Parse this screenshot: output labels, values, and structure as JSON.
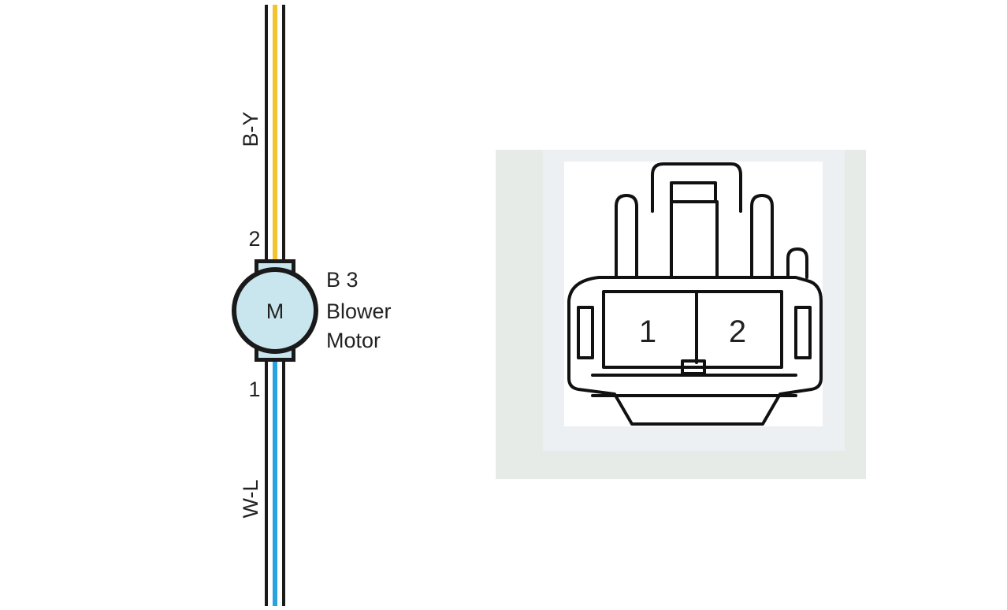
{
  "wiring": {
    "upper_wire_color_code": "B-Y",
    "lower_wire_color_code": "W-L",
    "upper_pin_number": "2",
    "lower_pin_number": "1",
    "motor_symbol": "M",
    "component_id": "B 3",
    "component_name_line1": "Blower",
    "component_name_line2": "Motor"
  },
  "connector": {
    "pin_left": "1",
    "pin_right": "2"
  },
  "colors": {
    "wire_outline": "#1a1a1a",
    "wire_yellow": "#f4c430",
    "wire_blue": "#29a3e0",
    "motor_fill": "#c9e6ef",
    "connector_panel_outer": "#e7ebe8",
    "connector_panel_inner": "#edf0f2",
    "connector_face": "#ffffff"
  }
}
